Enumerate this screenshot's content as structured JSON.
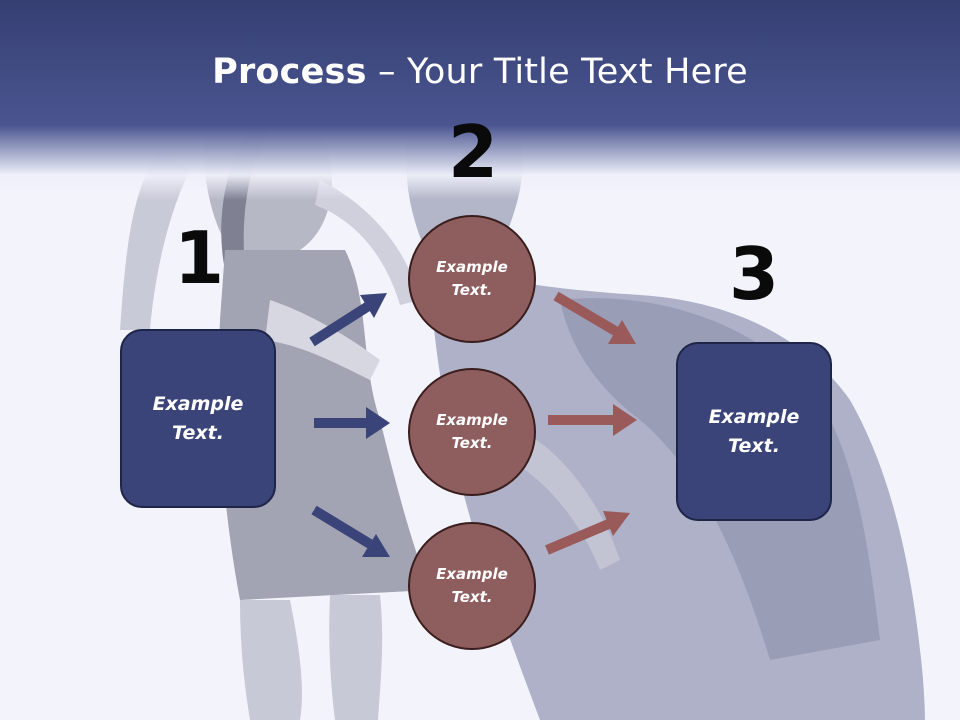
{
  "slide": {
    "title_bold": "Process",
    "title_rest": " – Your Title Text Here"
  },
  "steps": {
    "n1": "1",
    "n2": "2",
    "n3": "3"
  },
  "left_box": {
    "line1": "Example",
    "line2": "Text."
  },
  "right_box": {
    "line1": "Example",
    "line2": "Text."
  },
  "circles": [
    {
      "line1": "Example",
      "line2": "Text."
    },
    {
      "line1": "Example",
      "line2": "Text."
    },
    {
      "line1": "Example",
      "line2": "Text."
    }
  ],
  "colors": {
    "header": "#4a5590",
    "box_fill": "#3a4478",
    "circle_fill": "#8e5d5d",
    "arrow_in": "#3a4478",
    "arrow_out": "#9a5a5a"
  }
}
